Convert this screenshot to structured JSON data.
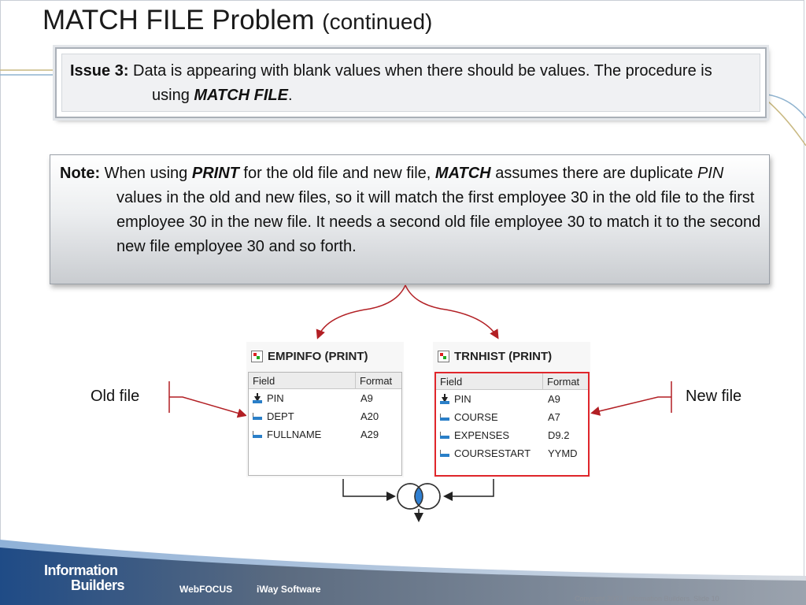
{
  "title": {
    "main": "MATCH FILE Problem",
    "sub": "(continued)"
  },
  "issue": {
    "label": "Issue 3:",
    "line1": "Data is appearing with blank values when there should be values.",
    "line2_prefix": "The procedure is using",
    "line2_emph": "MATCH FILE",
    "line2_suffix": "."
  },
  "note": {
    "label": "Note:",
    "t1": "When using",
    "e1": "PRINT",
    "t2": "for the old file and new file,",
    "e2": "MATCH",
    "t3": "assumes there are duplicate",
    "e3": "PIN",
    "t4": "values in the old and new files, so it will match the first employee 30 in the old file to the first employee 30 in the new file. It needs a second old file employee 30 to match it to the second new file employee 30 and so forth."
  },
  "panels": {
    "empinfo": {
      "title": "EMPINFO (PRINT)",
      "col_field": "Field",
      "col_format": "Format",
      "rows": [
        {
          "field": "PIN",
          "format": "A9",
          "key": true
        },
        {
          "field": "DEPT",
          "format": "A20",
          "key": false
        },
        {
          "field": "FULLNAME",
          "format": "A29",
          "key": false
        }
      ]
    },
    "trnhist": {
      "title": "TRNHIST (PRINT)",
      "col_field": "Field",
      "col_format": "Format",
      "rows": [
        {
          "field": "PIN",
          "format": "A9",
          "key": true
        },
        {
          "field": "COURSE",
          "format": "A7",
          "key": false
        },
        {
          "field": "EXPENSES",
          "format": "D9.2",
          "key": false
        },
        {
          "field": "COURSESTART",
          "format": "YYMD",
          "key": false
        }
      ]
    }
  },
  "labels": {
    "old_file": "Old file",
    "new_file": "New file"
  },
  "footer": {
    "brand_line1": "Information",
    "brand_line2": "Builders",
    "link1": "WebFOCUS",
    "link2": "iWay Software",
    "copyright": "Copyright 2007, Information Builders. Slide 10"
  },
  "colors": {
    "arrow_red": "#b21f24",
    "highlight_red": "#e0262b",
    "footer_blue": "#1f4b86",
    "venn_blue": "#2f7fd1"
  }
}
